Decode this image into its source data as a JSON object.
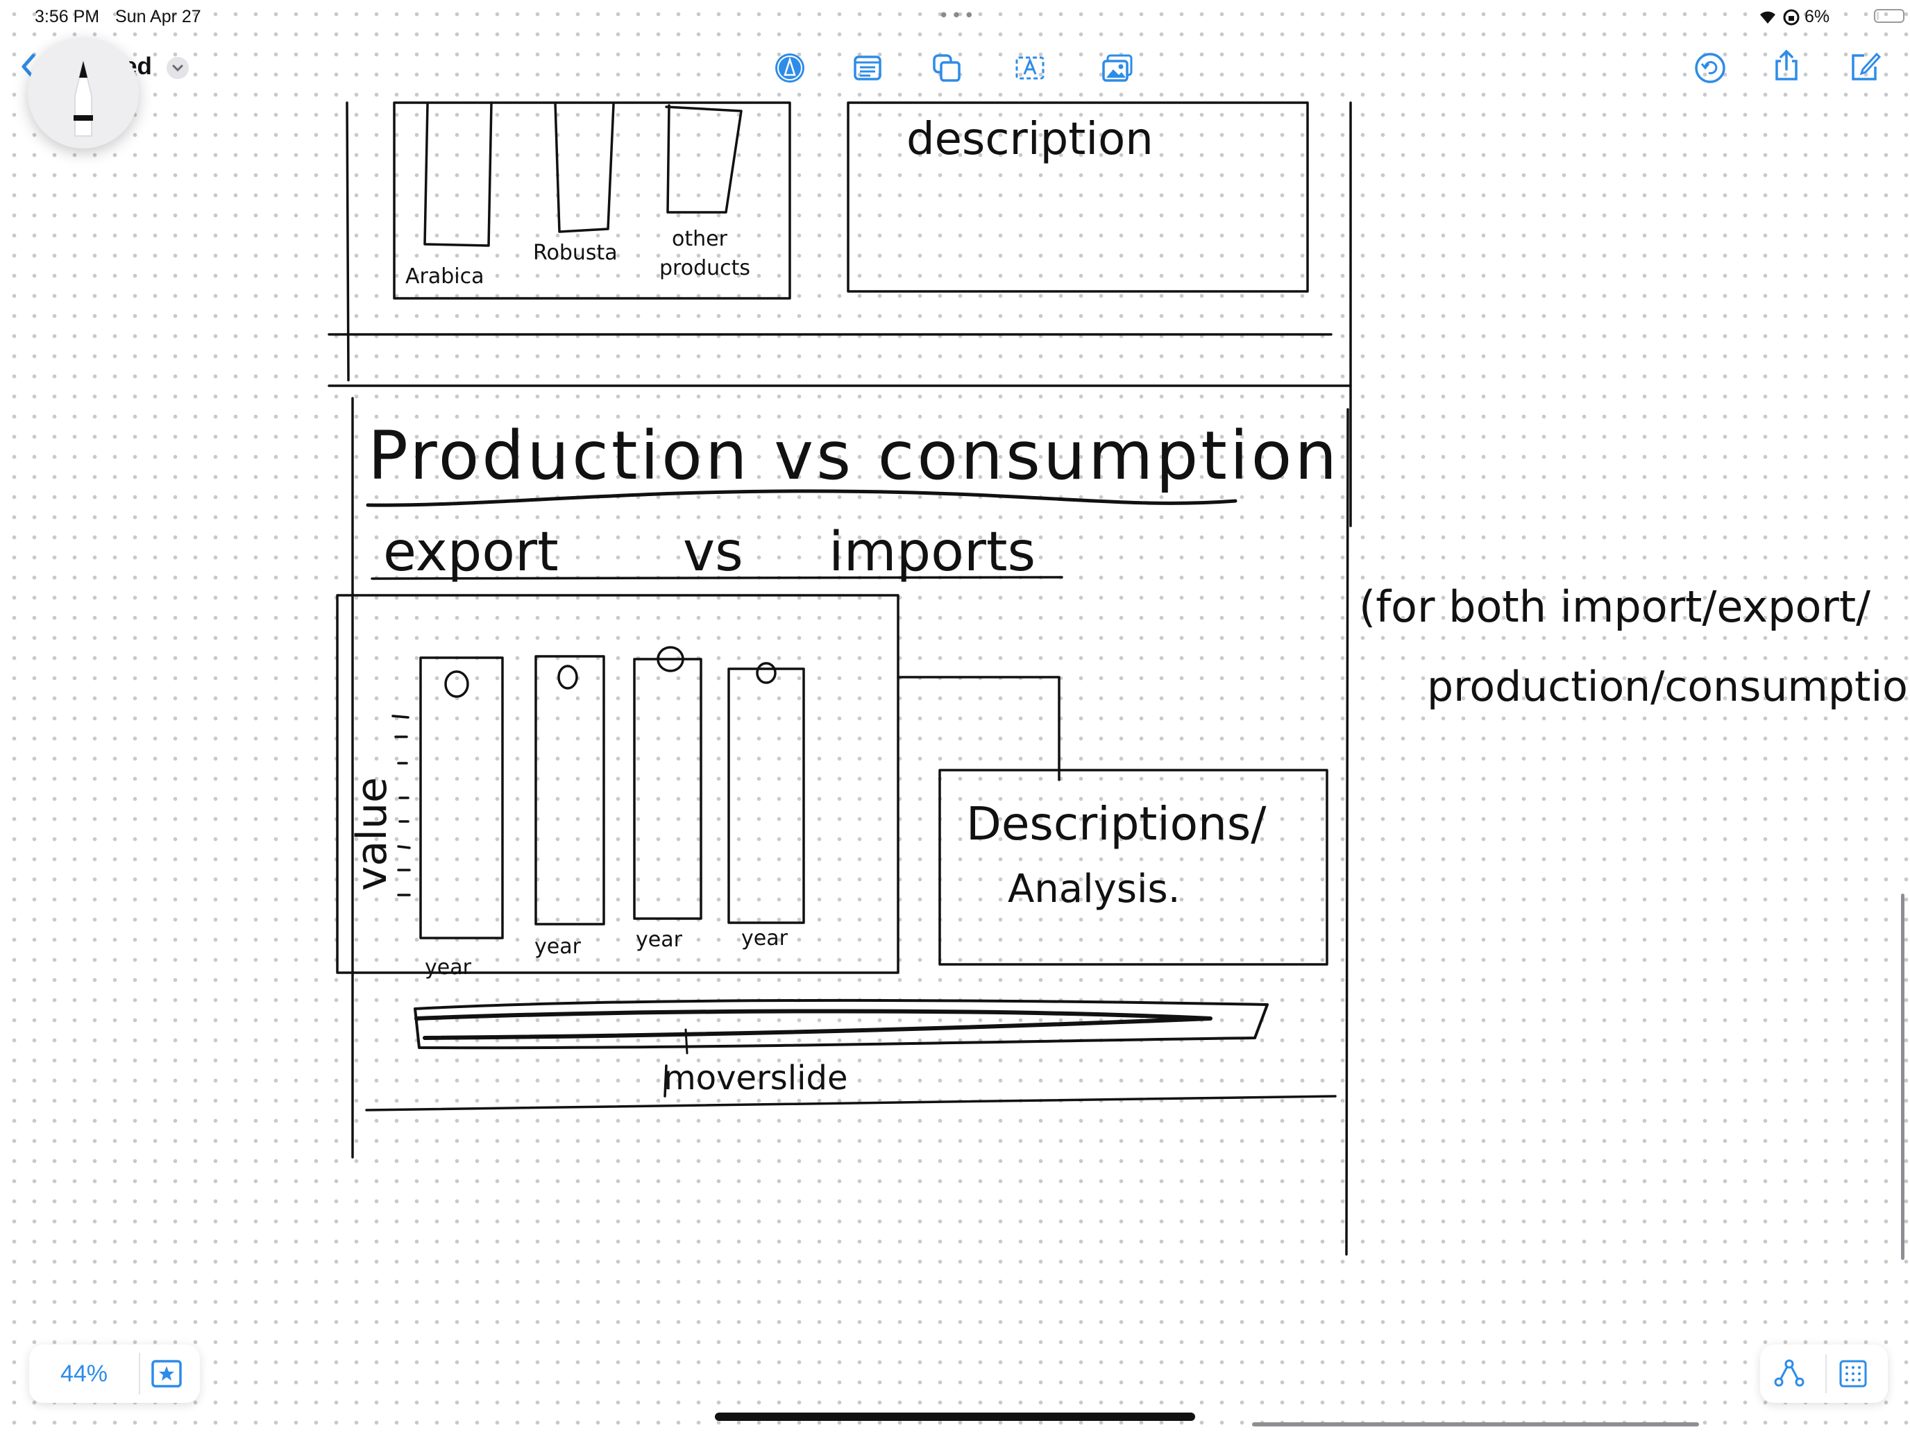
{
  "status_bar": {
    "time": "3:56 PM",
    "date": "Sun Apr 27",
    "battery": "6%",
    "icons": [
      "wifi-icon",
      "orientation-lock-icon",
      "battery-icon"
    ]
  },
  "toolbar": {
    "title_fragment": "ed",
    "left_icons": [
      "back-icon",
      "title-menu-chevron-icon",
      "pencil-tool-icon"
    ],
    "center_icons": [
      "pen-markup-icon",
      "text-box-icon",
      "shapes-icon",
      "text-insert-icon",
      "media-icon"
    ],
    "right_icons": [
      "undo-icon",
      "share-icon",
      "new-board-icon"
    ],
    "accent": "#2d8ce8"
  },
  "sketch": {
    "top_section": {
      "bar_labels": [
        "Arabica",
        "Robusta",
        "other",
        "products"
      ],
      "description": "description"
    },
    "section_title": "Production vs consumption",
    "subtitle_left": "export",
    "subtitle_mid": "vs",
    "subtitle_right": "imports",
    "side_note_line1": "(for both import/export/",
    "side_note_line2": "production/consumption",
    "chart_axis_label": "value",
    "chart_year_labels": [
      "year",
      "year",
      "year",
      "year"
    ],
    "chart_bar_markers": [
      "o",
      "o",
      "o",
      "o"
    ],
    "description_box_line1": "Descriptions/",
    "description_box_line2": "Analysis.",
    "slider_label": "moverslide"
  },
  "bottom_bar": {
    "zoom": "44%",
    "favorite_icon": "star-icon",
    "right_icons": [
      "connector-icon",
      "grid-icon"
    ]
  }
}
